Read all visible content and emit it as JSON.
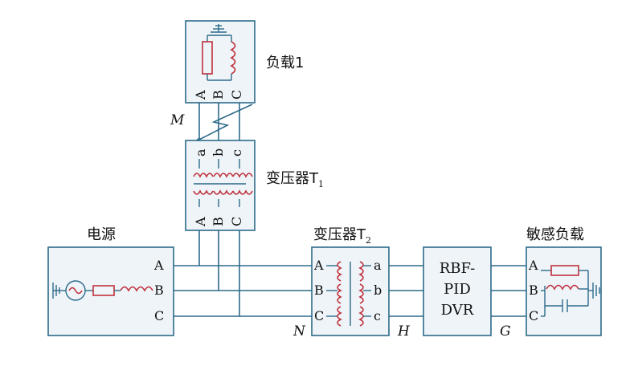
{
  "colors": {
    "wire": "#2d6a8a",
    "box_fill": "#eef4f8",
    "component": "#c0313d",
    "text": "#111111"
  },
  "blocks": {
    "load1": {
      "title": "负载1",
      "terminals": [
        "A",
        "B",
        "C"
      ]
    },
    "transformer1": {
      "title_main": "变压器T",
      "title_sub": "1",
      "top_terminals": [
        "a",
        "b",
        "c"
      ],
      "bottom_terminals": [
        "A",
        "B",
        "C"
      ]
    },
    "source": {
      "title": "电源",
      "terminals": [
        "A",
        "B",
        "C"
      ]
    },
    "transformer2": {
      "title_main": "变压器T",
      "title_sub": "2",
      "left_terminals": [
        "A",
        "B",
        "C"
      ],
      "right_terminals": [
        "a",
        "b",
        "c"
      ]
    },
    "dvr": {
      "lines": [
        "RBF-",
        "PID",
        "DVR"
      ]
    },
    "sensitive_load": {
      "title": "敏感负载",
      "terminals": [
        "A",
        "B",
        "C"
      ]
    }
  },
  "nodes": {
    "M": "M",
    "N": "N",
    "H": "H",
    "G": "G"
  }
}
